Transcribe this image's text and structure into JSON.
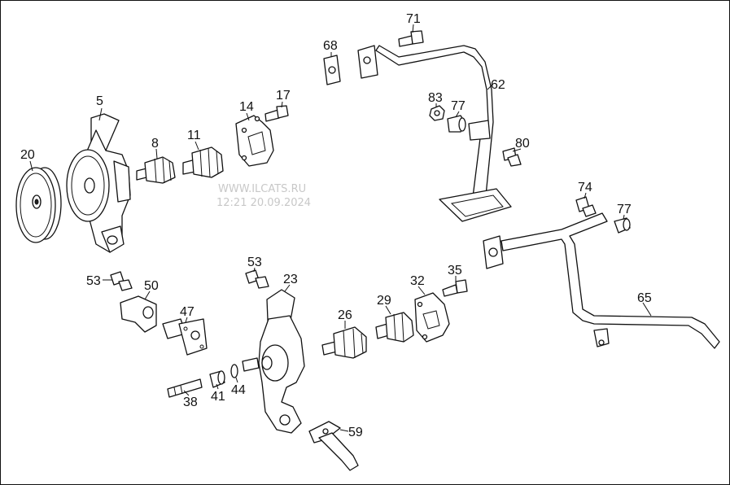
{
  "watermark": {
    "site": "WWW.ILCATS.RU",
    "datetime": "12:21 20.09.2024"
  },
  "labels": {
    "p5": "5",
    "p8": "8",
    "p11": "11",
    "p14": "14",
    "p17": "17",
    "p20": "20",
    "p23": "23",
    "p26": "26",
    "p29": "29",
    "p32": "32",
    "p35": "35",
    "p38": "38",
    "p41": "41",
    "p44": "44",
    "p47": "47",
    "p50": "50",
    "p53a": "53",
    "p53b": "53",
    "p59": "59",
    "p62": "62",
    "p65": "65",
    "p68": "68",
    "p71": "71",
    "p74": "74",
    "p77a": "77",
    "p77b": "77",
    "p80": "80",
    "p83": "83"
  },
  "colors": {
    "line": "#111111",
    "watermark": "#c8c8c8",
    "background": "#ffffff"
  }
}
